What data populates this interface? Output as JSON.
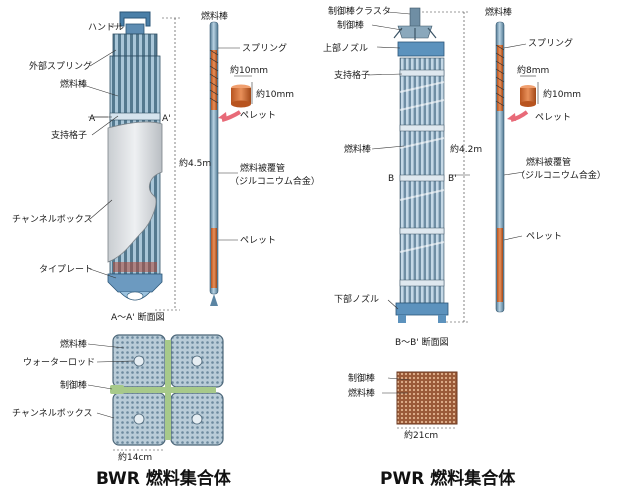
{
  "bwr": {
    "title": "BWR 燃料集合体",
    "labels": {
      "handle": "ハンドル",
      "outer_spring": "外部スプリング",
      "fuel_rod": "燃料棒",
      "section_a": "A",
      "section_a_prime": "A'",
      "spacer": "支持格子",
      "length": "約4.5m",
      "channel_box": "チャンネルボックス",
      "tie_plate": "タイプレート",
      "rod_top": "燃料棒",
      "spring": "スプリング",
      "pellet_dia": "約10mm",
      "pellet_height": "約10mm",
      "pellet": "ペレット",
      "cladding_1": "燃料被覆管",
      "cladding_2": "（ジルコニウム合金）",
      "rod_pellet": "ペレット",
      "section_title": "A～A' 断面図",
      "sec_fuel_rod": "燃料棒",
      "water_rod": "ウォーターロッド",
      "control_rod": "制御棒",
      "sec_channel_box": "チャンネルボックス",
      "width": "約14cm"
    }
  },
  "pwr": {
    "title": "PWR 燃料集合体",
    "labels": {
      "control_cluster": "制御棒クラスタ",
      "control_rod": "制御棒",
      "upper_nozzle": "上部ノズル",
      "spacer": "支持格子",
      "fuel_rod": "燃料棒",
      "section_b": "B",
      "section_b_prime": "B'",
      "length": "約4.2m",
      "lower_nozzle": "下部ノズル",
      "rod_top": "燃料棒",
      "spring": "スプリング",
      "pellet_dia": "約8mm",
      "pellet_height": "約10mm",
      "pellet": "ペレット",
      "cladding_1": "燃料被覆管",
      "cladding_2": "（ジルコニウム合金）",
      "rod_pellet": "ペレット",
      "section_title": "B～B' 断面図",
      "sec_control_rod": "制御棒",
      "sec_fuel_rod": "燃料棒",
      "width": "約21cm"
    }
  }
}
